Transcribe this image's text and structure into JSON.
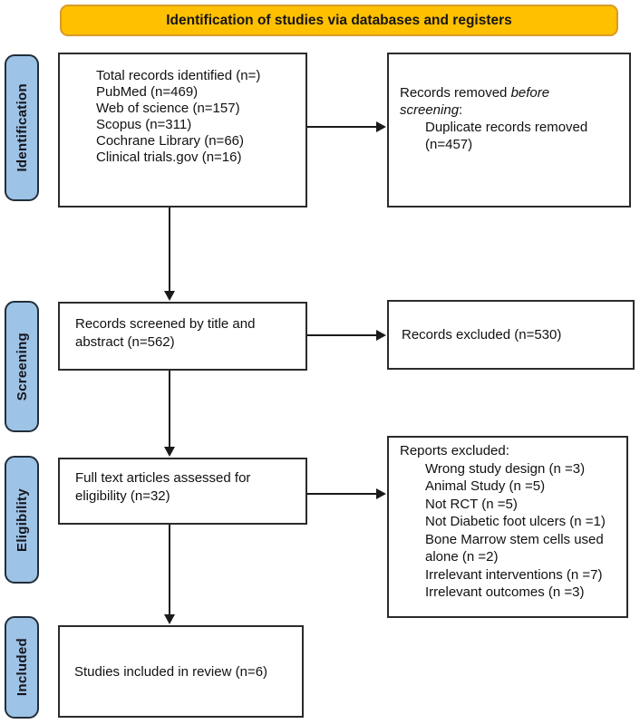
{
  "title_banner": {
    "label": "Identification of studies via databases and registers"
  },
  "colors": {
    "banner_fill": "#FFC000",
    "banner_border": "#D89B28",
    "stage_fill": "#9DC3E6",
    "stage_border": "#222E3A",
    "box_border": "#2B2B2B",
    "arrow": "#1A1A1A",
    "background": "#FFFFFF"
  },
  "stages": [
    {
      "label": "Identification"
    },
    {
      "label": "Screening"
    },
    {
      "label": "Eligibility"
    },
    {
      "label": "Included"
    }
  ],
  "boxes": {
    "records_identified": {
      "lines": [
        "Total records identified (n=)",
        "PubMed (n=469)",
        "Web of science (n=157)",
        "Scopus (n=311)",
        "Cochrane Library (n=66)",
        "Clinical trials.gov (n=16)"
      ]
    },
    "records_removed": {
      "lead": "Records removed ",
      "italic": "before screening",
      "colon": ":",
      "items": [
        "Duplicate records removed (n=457)"
      ]
    },
    "records_screened": {
      "text": "Records screened by title and abstract (n=562)"
    },
    "records_excluded": {
      "text": "Records excluded (n=530)"
    },
    "full_text_assessed": {
      "text": "Full text articles assessed for eligibility (n=32)"
    },
    "reports_excluded": {
      "title": "Reports excluded:",
      "items": [
        "Wrong study design (n =3)",
        "Animal Study (n =5)",
        "Not RCT (n =5)",
        "Not Diabetic foot ulcers (n =1)",
        "Bone Marrow stem cells used alone (n =2)",
        "Irrelevant interventions (n =7)",
        "Irrelevant outcomes (n =3)"
      ]
    },
    "studies_included": {
      "text": "Studies included in review (n=6)"
    }
  }
}
